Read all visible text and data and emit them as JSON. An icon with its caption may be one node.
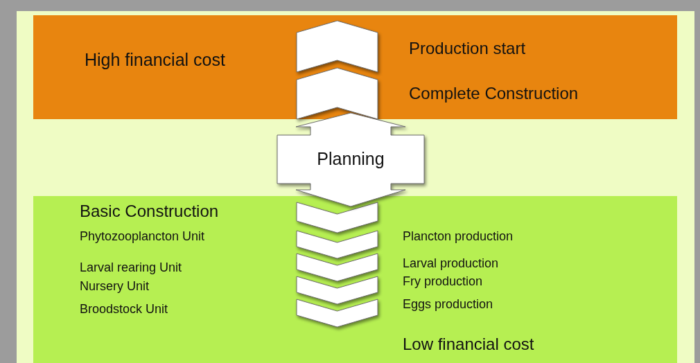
{
  "diagram": {
    "nodes": [
      {
        "text": [
          "High financial cost"
        ]
      },
      {
        "text": [],
        "shape": "chevron",
        "in": 0
      },
      {
        "text": [],
        "shape": "chevron",
        "in": 0
      },
      {
        "text": [
          "Planning"
        ]
      },
      {
        "text": [
          "Basic Construction",
          "Low financial cost"
        ]
      },
      {
        "text": [],
        "shape": "chevron",
        "in": 4
      },
      {
        "text": [],
        "shape": "chevron",
        "in": 4
      },
      {
        "text": [],
        "shape": "chevron",
        "in": 4
      },
      {
        "text": [],
        "shape": "chevron",
        "in": 4
      },
      {
        "text": [],
        "shape": "chevron",
        "in": 4
      }
    ],
    "labels": [
      "Production start",
      "Complete Construction",
      "Phytozooplancton Unit",
      "Plancton production",
      "Larval rearing Unit",
      "Larval production",
      "Nursery Unit",
      "Fry production",
      "Broodstock Unit",
      "Eggs production"
    ]
  }
}
